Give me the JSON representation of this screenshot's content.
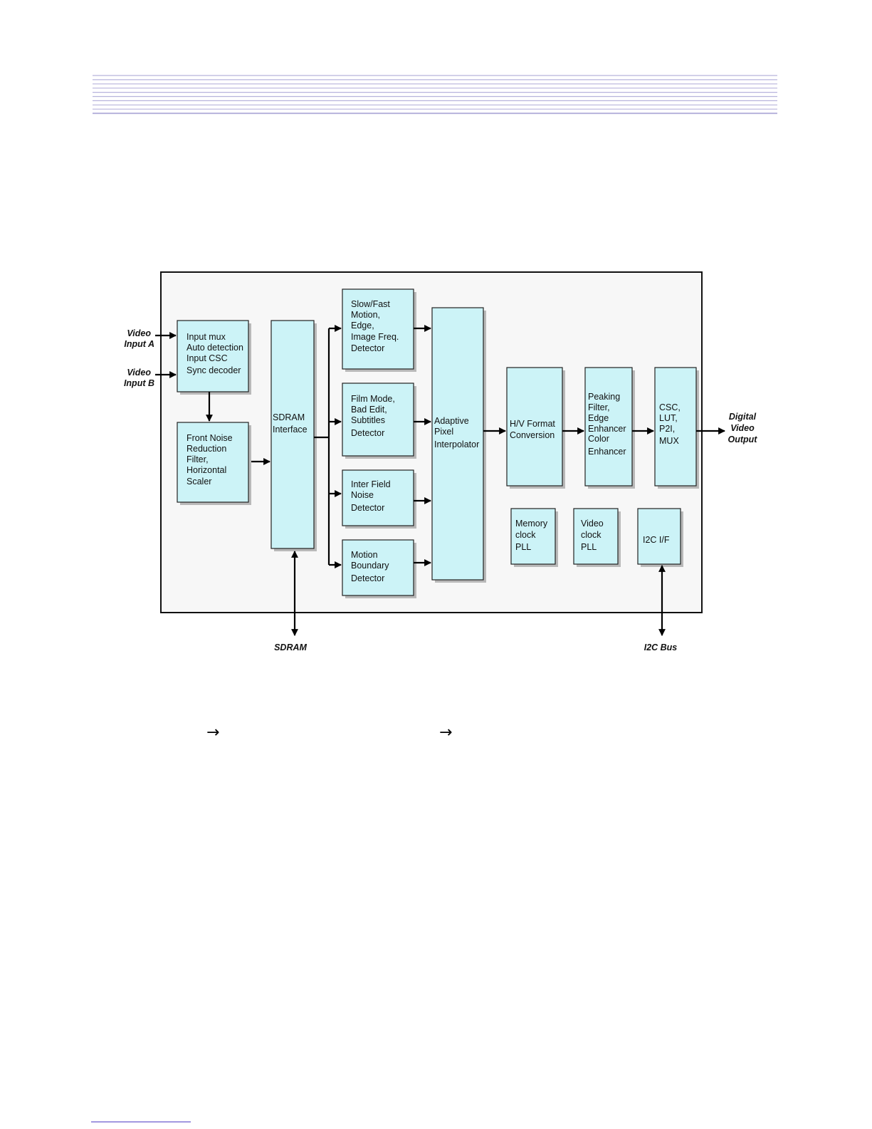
{
  "header": {
    "rule_color": "#b7b3dc",
    "rule_count": 10
  },
  "diagram": {
    "block_fill": "#ccf3f7",
    "blocks": {
      "input_mux": [
        "Input mux",
        "Auto detection",
        "Input CSC",
        "Sync decoder"
      ],
      "front_noise": [
        "Front Noise",
        "Reduction",
        "Filter,",
        "Horizontal",
        "Scaler"
      ],
      "sdram_interface": [
        "SDRAM",
        "Interface"
      ],
      "motion_detector": [
        "Slow/Fast",
        "Motion,",
        "Edge,",
        "Image Freq.",
        "Detector"
      ],
      "film_mode": [
        "Film Mode,",
        "Bad Edit,",
        "Subtitles",
        "Detector"
      ],
      "inter_field": [
        "Inter Field",
        "Noise",
        "Detector"
      ],
      "motion_boundary": [
        "Motion",
        "Boundary",
        "Detector"
      ],
      "adaptive_pixel": [
        "Adaptive",
        "Pixel",
        "Interpolator"
      ],
      "hv_format": [
        "H/V Format",
        "Conversion"
      ],
      "peaking_filter": [
        "Peaking",
        "Filter,",
        "Edge",
        "Enhancer",
        "Color",
        "Enhancer"
      ],
      "csc_lut": [
        "CSC,",
        "LUT,",
        "P2I,",
        "MUX"
      ],
      "memory_clock": [
        "Memory",
        "clock",
        "PLL"
      ],
      "video_clock": [
        "Video",
        "clock",
        "PLL"
      ],
      "i2c_if": [
        "I2C I/F"
      ]
    },
    "external": {
      "video_input_a": [
        "Video",
        "Input A"
      ],
      "video_input_b": [
        "Video",
        "Input B"
      ],
      "digital_output": [
        "Digital",
        "Video",
        "Output"
      ],
      "sdram": "SDRAM",
      "i2c_bus": "I2C Bus"
    }
  },
  "caption_arrows": [
    "→",
    "→"
  ]
}
